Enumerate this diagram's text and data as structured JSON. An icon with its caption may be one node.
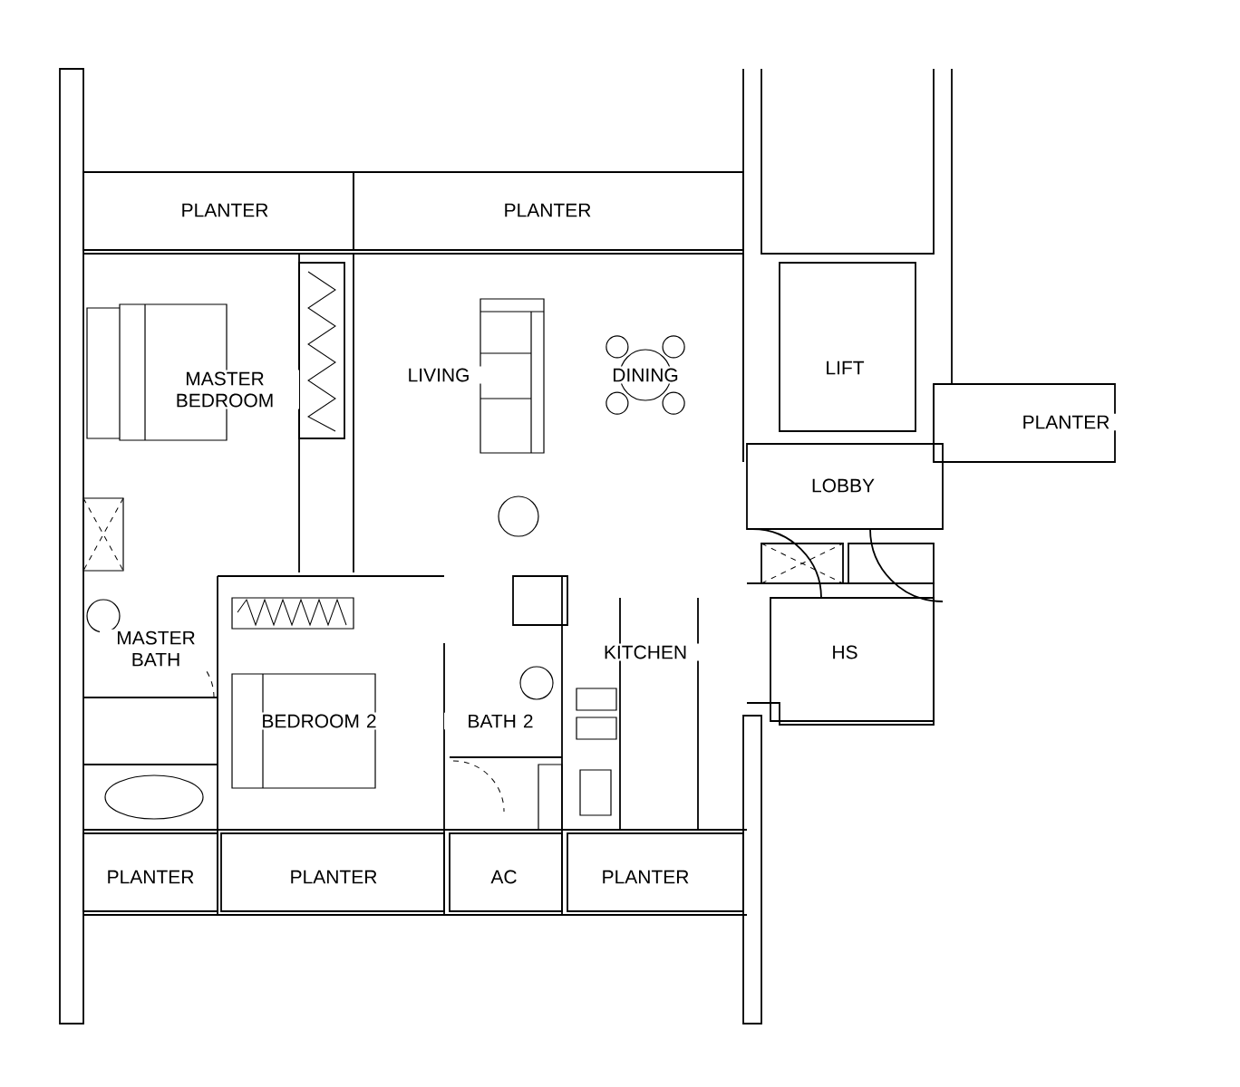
{
  "diagram": {
    "nodes": [
      {
        "text": [
          "PLANTER"
        ]
      },
      {
        "text": [
          "PLANTER"
        ]
      },
      {
        "text": [
          "LIFT"
        ]
      },
      {
        "text": [
          "PLANTER"
        ]
      },
      {
        "text": [
          "MASTER BEDROOM"
        ]
      },
      {
        "text": [
          "LIVING"
        ]
      },
      {
        "text": [
          "DINING"
        ]
      },
      {
        "text": [
          "LOBBY"
        ]
      },
      {
        "text": [
          "MASTER BATH"
        ]
      },
      {
        "text": [
          "BEDROOM 2"
        ]
      },
      {
        "text": [
          "BATH 2"
        ]
      },
      {
        "text": [
          "KITCHEN"
        ]
      },
      {
        "text": [
          "HS"
        ]
      },
      {
        "text": [
          "PLANTER"
        ]
      },
      {
        "text": [
          "PLANTER"
        ]
      },
      {
        "text": [
          "AC"
        ]
      },
      {
        "text": [
          "PLANTER"
        ]
      }
    ]
  }
}
